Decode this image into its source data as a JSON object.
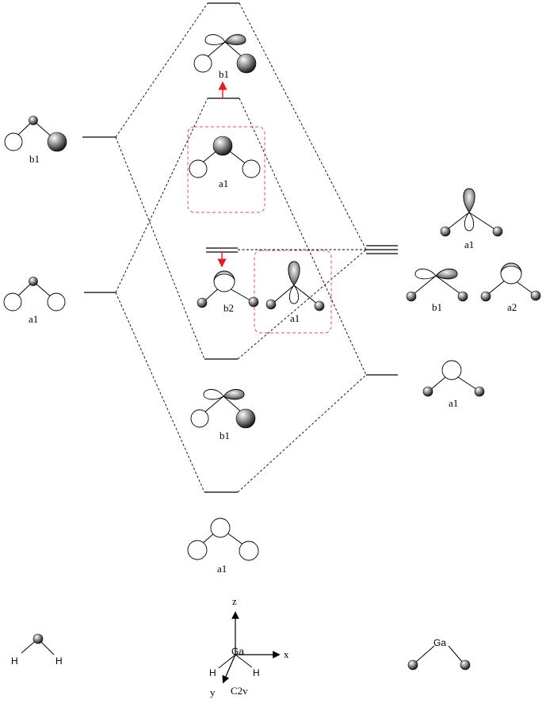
{
  "labels": {
    "h2_b1": "b1",
    "h2_a1": "a1",
    "mo_top_b1": "b1",
    "mo_a1_box": "a1",
    "mo_b2": "b2",
    "mo_a1_mid": "a1",
    "mo_low_b1": "b1",
    "mo_low_a1": "a1",
    "ga_p_a1": "a1",
    "ga_p_b1": "b1",
    "ga_p_a2": "a2",
    "ga_s_a1": "a1",
    "h_left": "H",
    "h_right": "H",
    "ga_center": "Ga",
    "h_center_left": "H",
    "h_center_right": "H",
    "axis_z": "z",
    "axis_x": "x",
    "axis_y": "y",
    "point_group": "C2v",
    "ga_right": "Ga"
  },
  "colors": {
    "highlight_box": "#e0505a",
    "arrow": "#e02020"
  }
}
